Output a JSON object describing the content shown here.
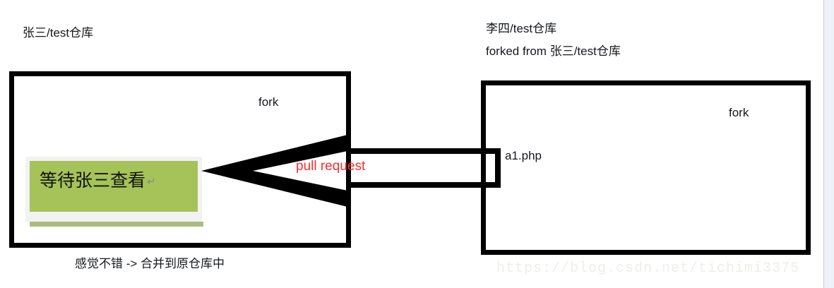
{
  "diagram": {
    "title_left": "张三/test仓库",
    "right_title": "李四/test仓库",
    "right_subtitle": "forked from  张三/test仓库",
    "left_repo": {
      "fork_label": "fork",
      "note_text": "等待张三查看",
      "note_pilcrow": "↵",
      "note_color": "#a5c358",
      "note_frame_color": "#f2f2f2",
      "note_shadow_color": "#a9bd7e"
    },
    "right_repo": {
      "fork_label": "fork",
      "file_label": "a1.php"
    },
    "connector": {
      "label": "pull request",
      "label_color": "#fc2b31",
      "stroke_color": "#000000",
      "arrow_style": "hollow-triangle-left"
    },
    "merge_note": "感觉不错 -> 合并到原仓库中",
    "watermark": "https://blog.csdn.net/tichimi3375"
  }
}
